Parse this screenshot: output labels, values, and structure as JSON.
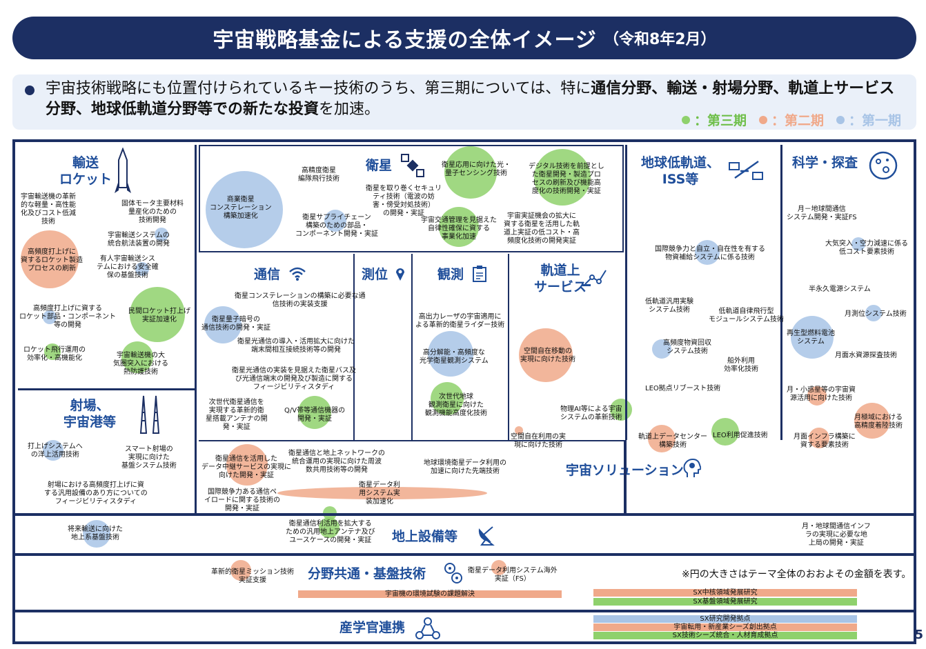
{
  "title": "宇宙戦略基金による支援の全体イメージ",
  "title_date": "（令和8年2月）",
  "intro": {
    "text_a": "宇宙技術戦略にも位置付けられているキー技術のうち、第三期については、特に",
    "text_b": "通信分野、輸送・射場分野、軌道上サービス分野、地球低軌道分野等での新たな投資",
    "text_c": "を加速。"
  },
  "legend": {
    "third": "：第三期",
    "second": "：第二期",
    "first": "：第一期",
    "colors": {
      "third": "#8fd16c",
      "second": "#f0a98a",
      "first": "#a8c4e6"
    }
  },
  "sections": {
    "transport": {
      "title": "輸送\nロケット",
      "items": [
        "宇宙輸送機の革新\n的な軽量・高性能\n化及びコスト低減\n技術",
        "固体モータ主要材料\n量産化のための\n技術開発",
        "宇宙輸送システムの\n統合航法装置の開発",
        "高頻度打上げに\n資するロケット製造\nプロセスの刷新",
        "有人宇宙輸送シス\nテムにおける安全確\n保の基盤技術",
        "高頻度打上げに資する\nロケット部品・コンポーネント\n等の開発",
        "民間ロケット打上げ\n実証加速化",
        "ロケット飛行運用の\n効率化・高機能化",
        "宇宙輸送機の大\n気圏突入における\n熱防護技術"
      ]
    },
    "launch": {
      "title": "射場、\n宇宙港等",
      "items": [
        "打上げシステムへ\nの洋上活用技術",
        "スマート射場の\n実現に向けた\n基盤システム技術",
        "射場における高頻度打上げに資\nする汎用設備のあり方についての\nフィージビリティスタディ"
      ]
    },
    "satellite": {
      "title": "衛星",
      "items": [
        "高精度衛星\n編隊飛行技術",
        "衛星応用に向けた光・\n量子センシング技術",
        "デジタル技術を前提とし\nた衛星開発・製造プロ\nセスの刷新及び機能高\n度化の技術開発・実証",
        "商業衛星\nコンステレーション\n構築加速化",
        "衛星を取り巻くセキュリ\nティ技術（電波の妨\n害・傍受対処技術）\nの開発・実証",
        "衛星サプライチェーン\n構築のための部品・\nコンポーネント開発・実証",
        "宇宙交通管理を見据えた\n自律性確保に資する\n事業化加速",
        "宇宙実証機会の拡大に\n資する衛星を活用した軌\n道上実証の低コスト・高\n頻度化技術の開発実証"
      ]
    },
    "comm": {
      "title": "通信",
      "items": [
        "衛星コンステレーションの構築に必要な通\n信技術の実装支援",
        "衛星量子暗号の\n通信技術の開発・実証",
        "衛星光通信の導入・活用拡大に向けた\n端末間相互接続技術等の開発",
        "衛星光通信の実装を見据えた衛星バス及\nび光通信端末の開発及び製造に関する\nフィージビリティスタディ",
        "次世代衛星通信を\n実現する革新的衛\n星搭載アンテナの開\n発・実証",
        "Q/V帯等通信機器の\n開発・実証"
      ]
    },
    "positioning": {
      "title": "測位"
    },
    "observation": {
      "title": "観測",
      "items": [
        "高出力レーザの宇宙適用に\nよる革新的衛星ライダー技術",
        "高分解能・高頻度な\n光学衛星観測システム",
        "次世代地球\n観測衛星に向けた\n観測機能高度化技術"
      ]
    },
    "onorbit": {
      "title": "軌道上\nサービス",
      "items": [
        "空間自在移動の\n実現に向けた技術",
        "物理AI等による宇宙\nシステムの革新技術",
        "空間自在利用の実\n現に向けた技術"
      ]
    },
    "leo": {
      "title": "地球低軌道、\nISS等",
      "items": [
        "国際競争力と自立・自在性を有する\n物資補給システムに係る技術",
        "低軌道汎用実験\nシステム技術",
        "低軌道自律飛行型\nモジュールシステム技術",
        "高頻度物資回収\nシステム技術",
        "船外利用\n効率化技術",
        "LEO拠点リブースト技術",
        "軌道上データセンター\n構築技術",
        "LEO利用促進技術"
      ]
    },
    "science": {
      "title": "科学・探査",
      "items": [
        "月－地球間通信\nシステム開発・実証FS",
        "大気突入・空力減速に係る\n低コスト要素技術",
        "半永久電源システム",
        "月測位システム技術",
        "再生型燃料電池\nシステム",
        "月面水資源探査技術",
        "月・小惑星等の宇宙資\n源活用に向けた技術",
        "月極域における\n高精度着陸技術",
        "月面インフラ構築に\n資する要素技術"
      ]
    },
    "solution": {
      "title": "宇宙ソリューション",
      "items": [
        "衛星通信を活用した\nデータ中継サービスの実現に\n向けた開発・実証",
        "衛星通信と地上ネットワークの\n統合運用の実現に向けた周波\n数共用技術等の開発",
        "地球環境衛星データ利用の\n加速に向けた先端技術",
        "国際競争力ある通信ペ\nイロードに関する技術の\n開発・実証",
        "衛星データ利\n用システム実\n装加速化"
      ]
    },
    "ground": {
      "title": "地上設備等",
      "items": [
        "将来輸送に向けた\n地上系基盤技術",
        "衛星通信利活用を拡大する\nための汎用地上アンテナ及び\nユースケースの開発・実証",
        "月・地球間通信インフ\nラの実現に必要な地\n上局の開発・実証"
      ]
    },
    "common": {
      "title": "分野共通・基盤技術",
      "items": [
        "革新的衛星ミッション技術\n実証支援",
        "衛星データ利用システム海外\n実証（FS）",
        "宇宙機の環境試験の課題解決",
        "SX中核領域発展研究",
        "SX基盤領域発展研究"
      ],
      "note": "※円の大きさはテーマ全体のおおよその金額を表す。"
    },
    "industry": {
      "title": "産学官連携",
      "items": [
        "SX研究開発拠点",
        "宇宙転用・新産業シーズ創出拠点",
        "SX技術シーズ統合・人材育成拠点"
      ]
    }
  },
  "page_number": "5"
}
